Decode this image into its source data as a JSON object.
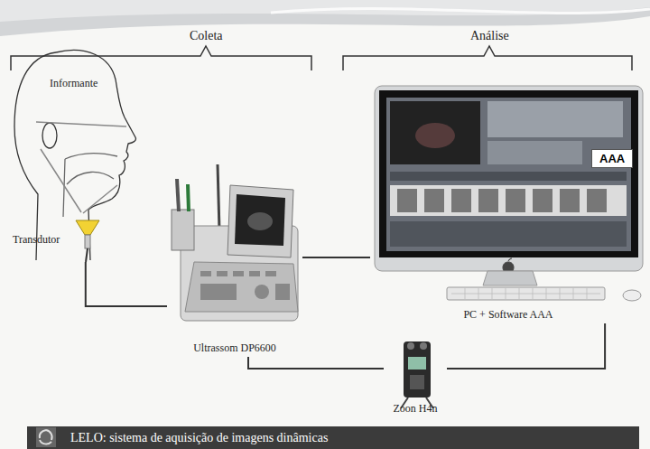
{
  "diagram": {
    "caption": "LELO: sistema de aquisição de imagens dinâmicas",
    "nodes": [
      {
        "text": [
          "Informante"
        ]
      },
      {
        "text": [
          "Ultrassom DP6600"
        ]
      },
      {
        "text": [
          "PC + Software AAA"
        ]
      },
      {
        "text": [
          "AAA"
        ],
        "in": 2
      },
      {
        "text": [
          "Zoon H4n"
        ]
      }
    ],
    "edges": [
      {
        "from": 0,
        "to": 1,
        "arrow": "none"
      },
      {
        "from": 1,
        "to": 2,
        "arrow": "none"
      },
      {
        "from": 1,
        "to": 4,
        "arrow": "none"
      },
      {
        "from": 4,
        "to": 2,
        "arrow": "none"
      }
    ],
    "labels": [
      "Coleta",
      "Análise",
      "Transdutor"
    ]
  }
}
